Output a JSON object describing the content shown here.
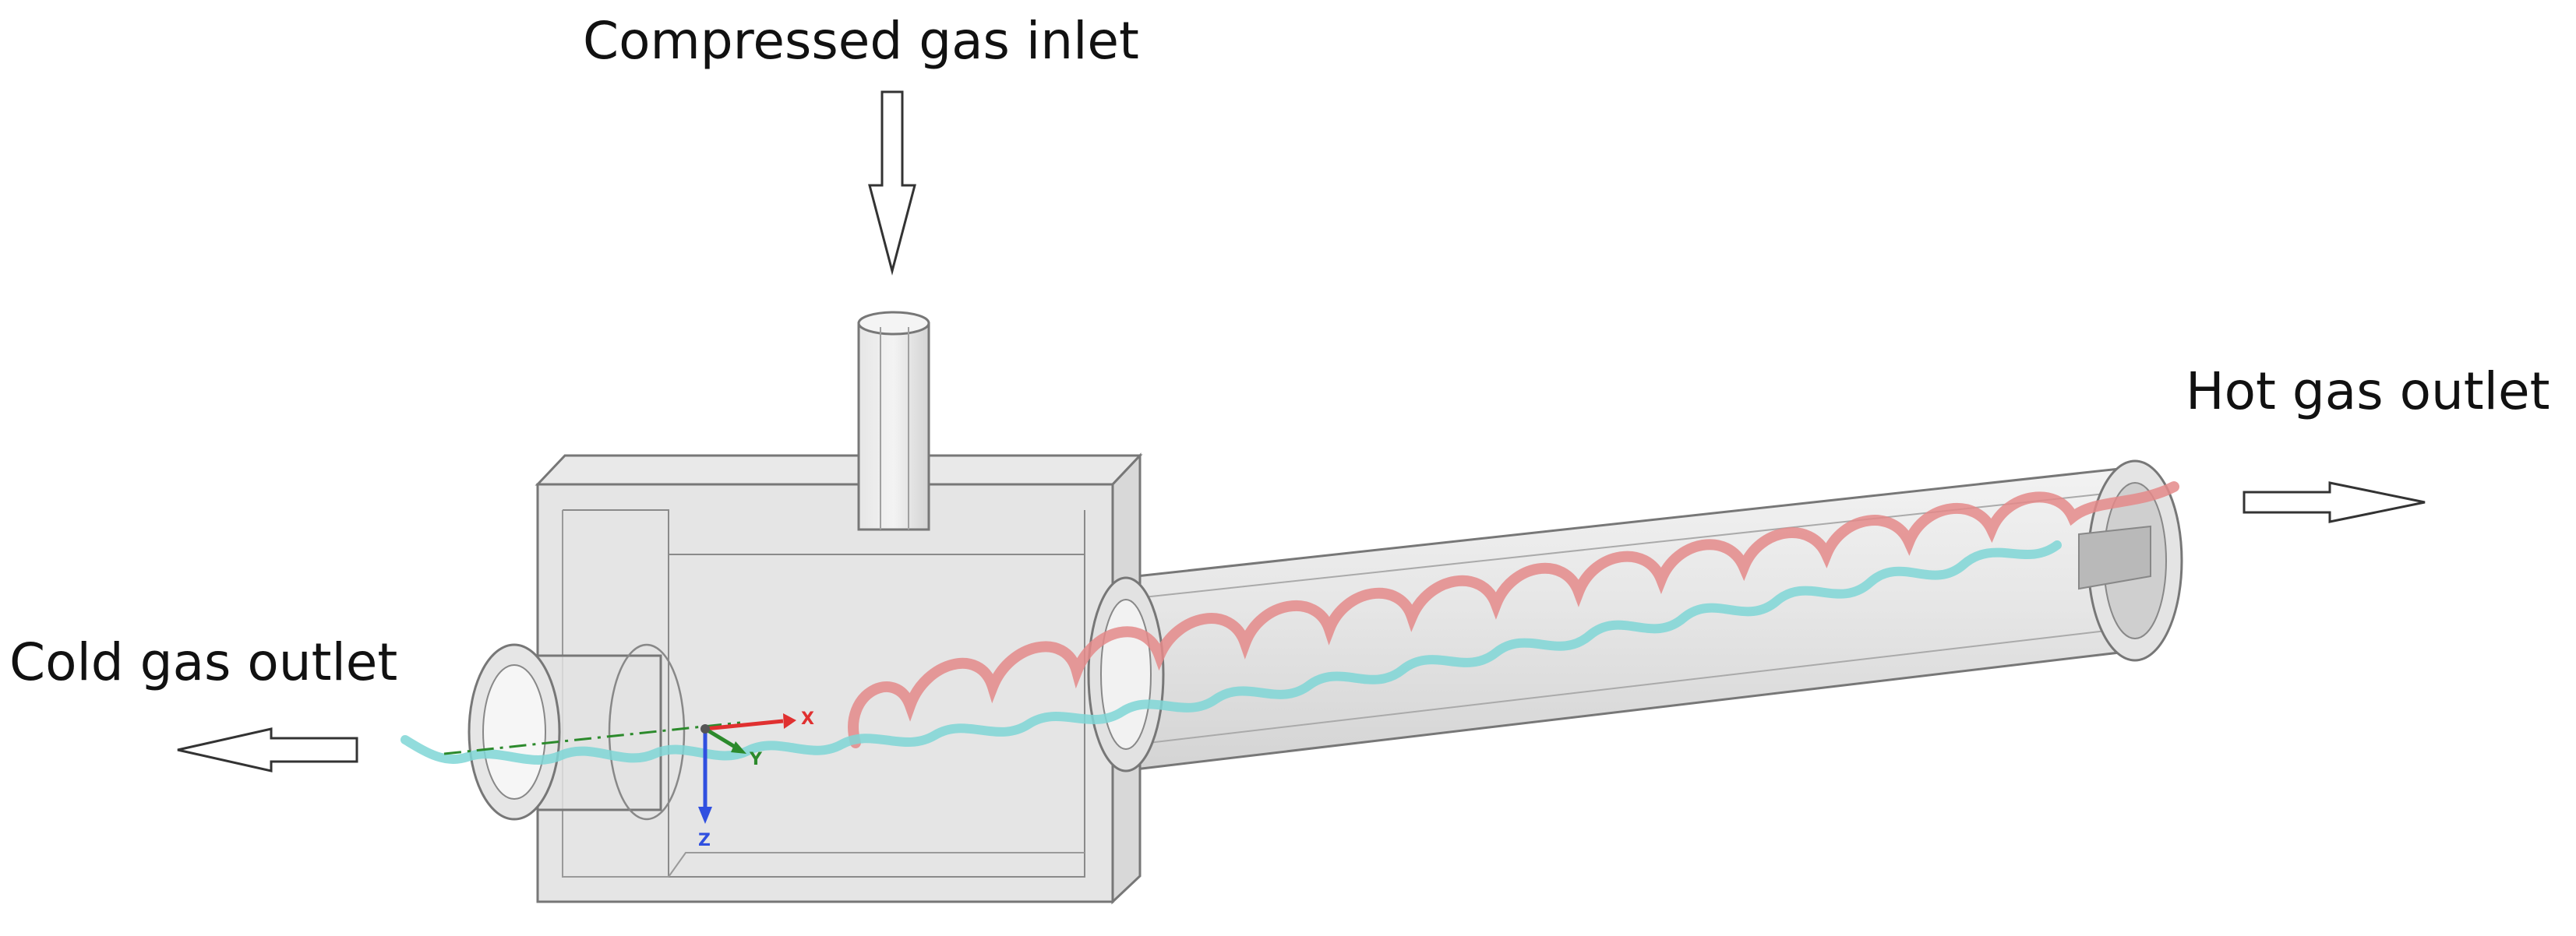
{
  "labels": {
    "inlet": "Compressed gas inlet",
    "hot_outlet": "Hot gas outlet",
    "cold_outlet": "Cold gas outlet"
  },
  "axes": {
    "x": "X",
    "y": "Y",
    "z": "Z"
  },
  "colors": {
    "hot_stream": "#e48a8a",
    "cold_stream": "#7fd6d6",
    "body_fill": "#dedede",
    "body_edge": "#7a7a7a",
    "axis_x": "#e03030",
    "axis_y": "#2c8a2c",
    "axis_z": "#3050e0"
  }
}
